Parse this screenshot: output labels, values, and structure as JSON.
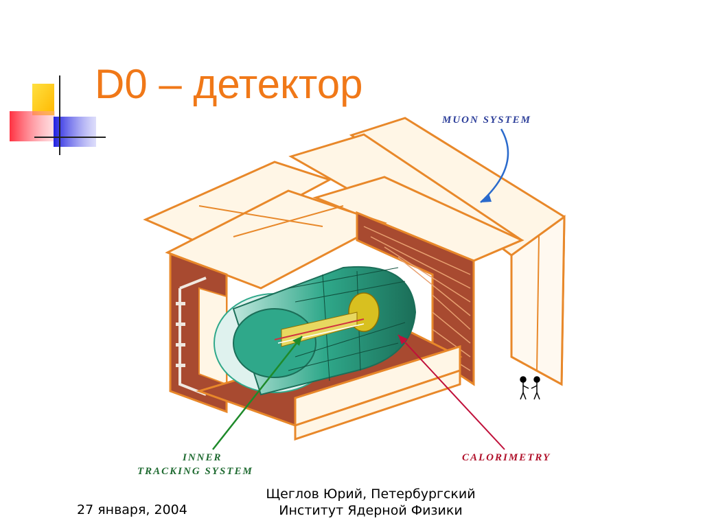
{
  "slide": {
    "title": "D0 – детектор",
    "footer": {
      "date": "27 января, 2004",
      "author_line1": "Щеглов Юрий, Петербургский",
      "author_line2": "Институт Ядерной Физики"
    }
  },
  "diagram": {
    "labels": {
      "muon_system": "MUON SYSTEM",
      "inner_tracking_line1": "INNER",
      "inner_tracking_line2": "TRACKING SYSTEM",
      "calorimetry": "CALORIMETRY"
    },
    "colors": {
      "title": "#f07818",
      "frame_fill": "#fff6e6",
      "frame_stroke": "#e8882a",
      "iron": "#a84a30",
      "calorimeter": "#2fa88a",
      "tracker_core": "#d8c020",
      "muon_arrow": "#2a6acc",
      "inner_arrow": "#1e8a2a",
      "calorimetry_arrow": "#c0103a"
    }
  }
}
